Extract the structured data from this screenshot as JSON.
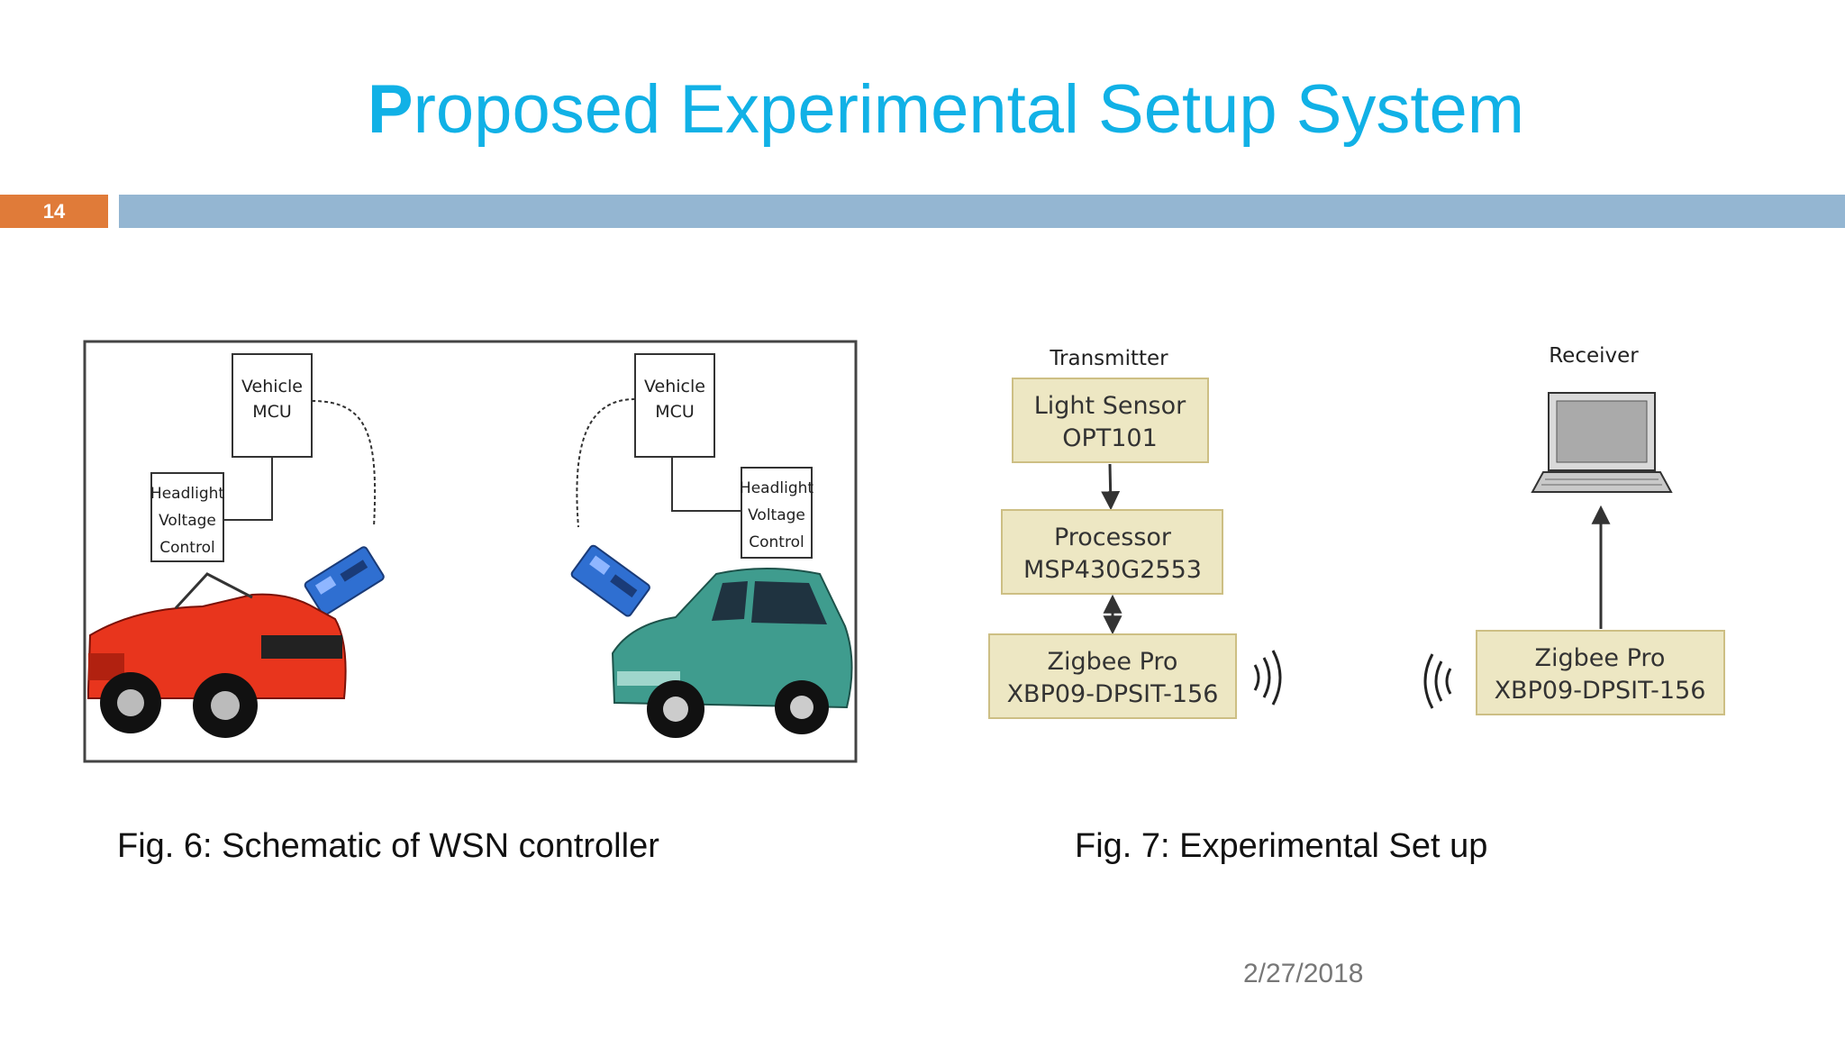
{
  "slide": {
    "title_first_letter": "P",
    "title_rest": "roposed Experimental Setup System",
    "number": "14",
    "date": "2/27/2018",
    "colors": {
      "title": "#11b1e6",
      "number_badge": "#e07b39",
      "bar": "#94b6d2",
      "box_fill": "#ede7c3",
      "box_stroke": "#cdbf84"
    }
  },
  "fig6": {
    "caption": "Fig. 6:  Schematic of WSN controller",
    "left": {
      "mcu": [
        "Vehicle",
        "MCU"
      ],
      "headlight": [
        "Headlight",
        "Voltage",
        "Control"
      ]
    },
    "right": {
      "mcu": [
        "Vehicle",
        "MCU"
      ],
      "headlight": [
        "Headlight",
        "Voltage",
        "Control"
      ]
    }
  },
  "fig7": {
    "caption": "Fig. 7: Experimental Set up",
    "transmitter_label": "Transmitter",
    "receiver_label": "Receiver",
    "light_sensor": [
      "Light Sensor",
      "OPT101"
    ],
    "processor": [
      "Processor",
      "MSP430G2553"
    ],
    "zigbee_tx": [
      "Zigbee Pro",
      "XBP09-DPSIT-156"
    ],
    "zigbee_rx": [
      "Zigbee Pro",
      "XBP09-DPSIT-156"
    ]
  }
}
